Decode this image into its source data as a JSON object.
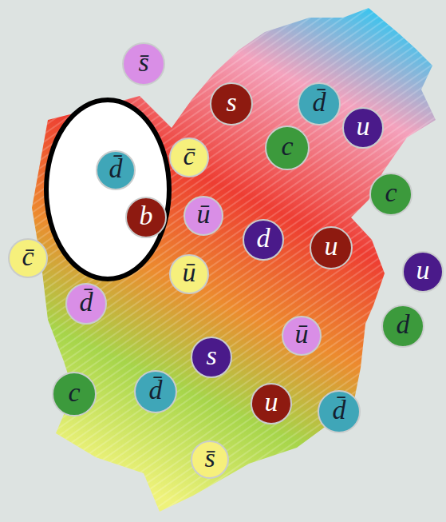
{
  "diagram": {
    "nodes": [
      {
        "text": [
          "s̄"
        ]
      },
      {
        "text": [
          "s"
        ]
      },
      {
        "text": [
          "d̄"
        ]
      },
      {
        "text": [
          "u"
        ]
      },
      {
        "text": [
          "c"
        ]
      },
      {
        "text": [
          "c̄"
        ]
      },
      {
        "text": []
      },
      {
        "text": [
          "d̄"
        ],
        "in": 6
      },
      {
        "text": [
          "c"
        ]
      },
      {
        "text": [
          "ū"
        ]
      },
      {
        "text": [
          "b"
        ],
        "in": 6
      },
      {
        "text": [
          "d"
        ]
      },
      {
        "text": [
          "u"
        ]
      },
      {
        "text": [
          "c̄"
        ]
      },
      {
        "text": [
          "u"
        ]
      },
      {
        "text": [
          "ū"
        ]
      },
      {
        "text": [
          "d̄"
        ]
      },
      {
        "text": [
          "d"
        ]
      },
      {
        "text": [
          "ū"
        ]
      },
      {
        "text": [
          "s"
        ]
      },
      {
        "text": [
          "c"
        ]
      },
      {
        "text": [
          "d̄"
        ]
      },
      {
        "text": [
          "u"
        ]
      },
      {
        "text": [
          "d̄"
        ]
      },
      {
        "text": [
          "s̄"
        ]
      }
    ]
  }
}
